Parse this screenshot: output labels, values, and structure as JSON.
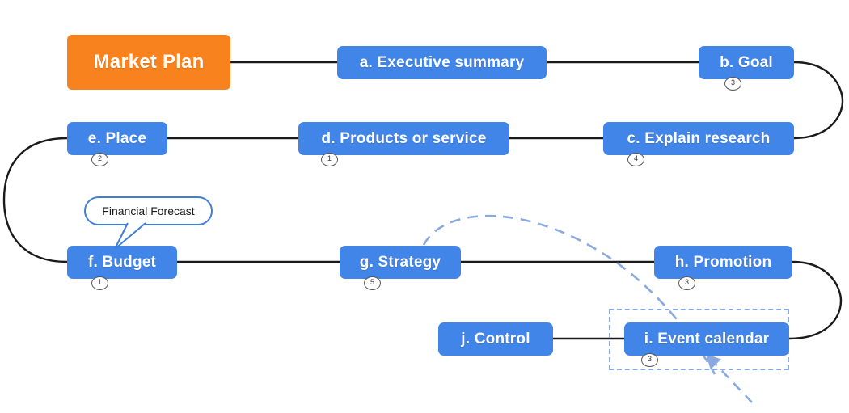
{
  "diagram": {
    "title": "Market Plan mind map",
    "colors": {
      "root_fill": "#f7821e",
      "node_fill": "#4285e8",
      "node_text": "#ffffff",
      "connector": "#1a1a1a",
      "selection_border": "#8aa9e0",
      "dashed_link": "#8aa9e0",
      "callout_border": "#3f7fd8",
      "badge_border": "#58595b",
      "canvas": "#ffffff"
    },
    "nodes": [
      {
        "id": "root",
        "label": "Market Plan",
        "badge": "",
        "kind": "root",
        "selected": false
      },
      {
        "id": "a",
        "label": "a. Executive summary",
        "badge": "",
        "kind": "standard",
        "selected": false
      },
      {
        "id": "b",
        "label": "b. Goal",
        "badge": "3",
        "kind": "standard",
        "selected": false
      },
      {
        "id": "c",
        "label": "c. Explain research",
        "badge": "4",
        "kind": "standard",
        "selected": false
      },
      {
        "id": "d",
        "label": "d. Products or service",
        "badge": "1",
        "kind": "standard",
        "selected": false
      },
      {
        "id": "e",
        "label": "e. Place",
        "badge": "2",
        "kind": "standard",
        "selected": false
      },
      {
        "id": "f",
        "label": "f. Budget",
        "badge": "1",
        "kind": "standard",
        "selected": false
      },
      {
        "id": "g",
        "label": "g. Strategy",
        "badge": "5",
        "kind": "standard",
        "selected": false
      },
      {
        "id": "h",
        "label": "h. Promotion",
        "badge": "3",
        "kind": "standard",
        "selected": false
      },
      {
        "id": "i",
        "label": "i. Event calendar",
        "badge": "3",
        "kind": "standard",
        "selected": true
      },
      {
        "id": "j",
        "label": "j. Control",
        "badge": "",
        "kind": "standard",
        "selected": false
      }
    ],
    "callout": {
      "label": "Financial Forecast",
      "attached_to": "f"
    },
    "connections": [
      {
        "from": "root",
        "to": "a",
        "style": "solid"
      },
      {
        "from": "a",
        "to": "b",
        "style": "solid"
      },
      {
        "from": "b",
        "to": "c",
        "style": "solid"
      },
      {
        "from": "c",
        "to": "d",
        "style": "solid"
      },
      {
        "from": "d",
        "to": "e",
        "style": "solid"
      },
      {
        "from": "e",
        "to": "f",
        "style": "solid"
      },
      {
        "from": "f",
        "to": "g",
        "style": "solid"
      },
      {
        "from": "g",
        "to": "h",
        "style": "solid"
      },
      {
        "from": "h",
        "to": "i",
        "style": "solid"
      },
      {
        "from": "i",
        "to": "j",
        "style": "solid"
      },
      {
        "from": "g",
        "to": "i",
        "style": "dashed"
      },
      {
        "from": "offscreen-bottom-right",
        "to": "i",
        "style": "dashed-arrow"
      }
    ]
  }
}
